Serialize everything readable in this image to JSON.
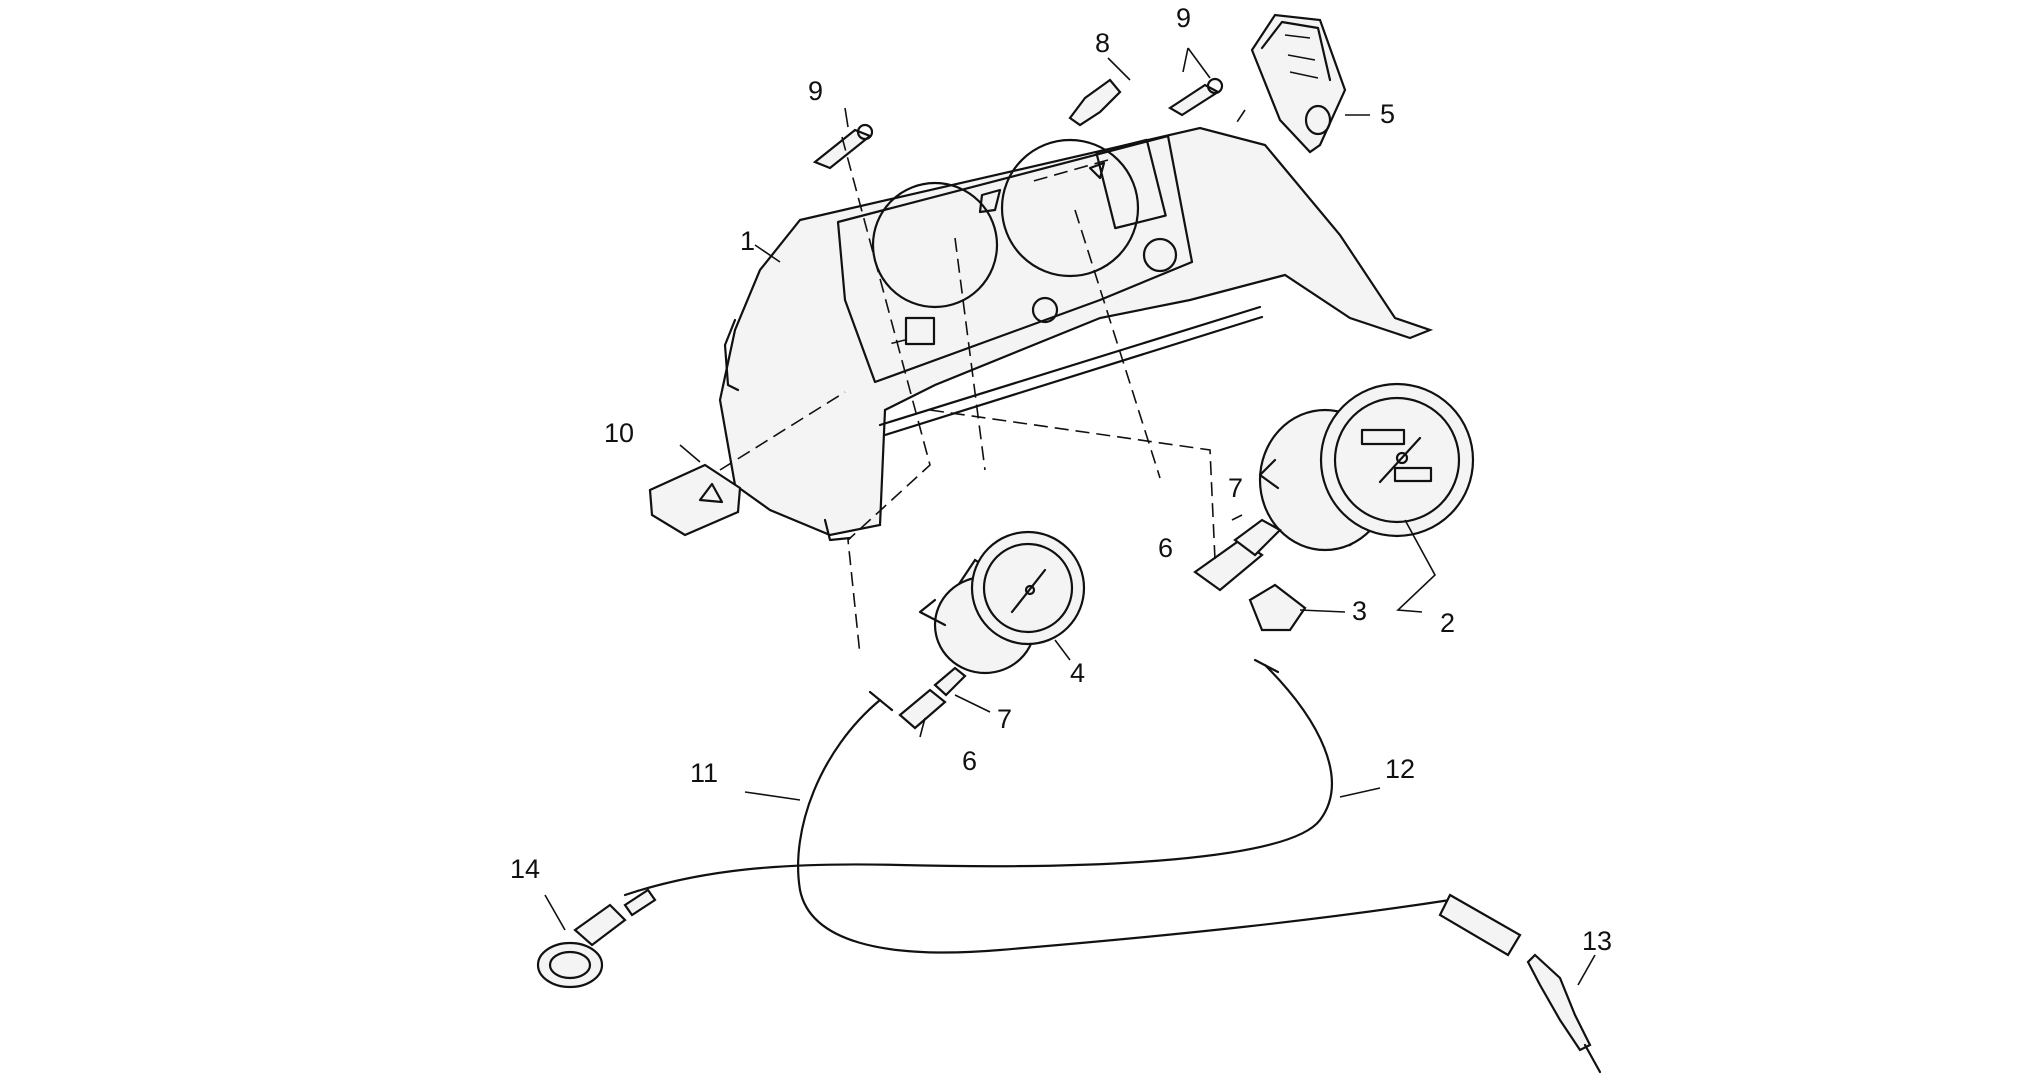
{
  "callouts": {
    "c1": "1",
    "c2": "2",
    "c3": "3",
    "c4": "4",
    "c5": "5",
    "c6a": "6",
    "c6b": "6",
    "c7a": "7",
    "c7b": "7",
    "c8": "8",
    "c9a": "9",
    "c9b": "9",
    "c10": "10",
    "c11": "11",
    "c12": "12",
    "c13": "13",
    "c14": "14"
  }
}
